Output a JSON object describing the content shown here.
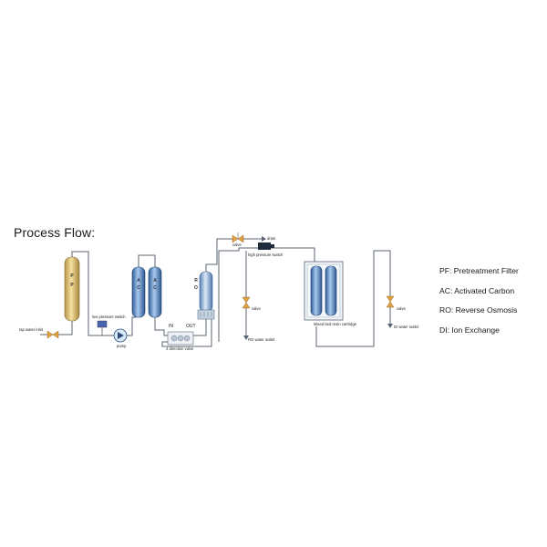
{
  "title": "Process Flow:",
  "labels": {
    "tap_water_inlet": "tap water inlet",
    "low_pressure_switch": "low pressure switch",
    "pump": "pump",
    "four_direction_valve": "4 direction valve",
    "in": "IN",
    "out": "OUT",
    "valve_top": "valve",
    "drain": "drain",
    "high_pressure_switch": "high pressure switch",
    "valve_ro": "valve",
    "ro_water_outlet": "RO water outlet",
    "mixed_bed_cartridge": "Mixed bed resin cartridge",
    "valve_di": "valve",
    "di_water_outlet": "DI water outlet"
  },
  "vessel_letters": {
    "pf": [
      "P",
      "P"
    ],
    "ac1": [
      "A",
      "C"
    ],
    "ac2": [
      "A",
      "C"
    ],
    "ro": [
      "R",
      "O"
    ]
  },
  "legend": [
    "PF: Pretreatment Filter",
    "AC: Activated Carbon",
    "RO: Reverse Osmosis",
    "DI: Ion Exchange"
  ],
  "colors": {
    "pipe": "#5a6470",
    "pf_vessel": "#e8c97a",
    "ac_vessel": "#6f9fd6",
    "ro_vessel": "#8fb6e0",
    "di_vessel": "#5b95d6",
    "valve": "#e0a040"
  }
}
